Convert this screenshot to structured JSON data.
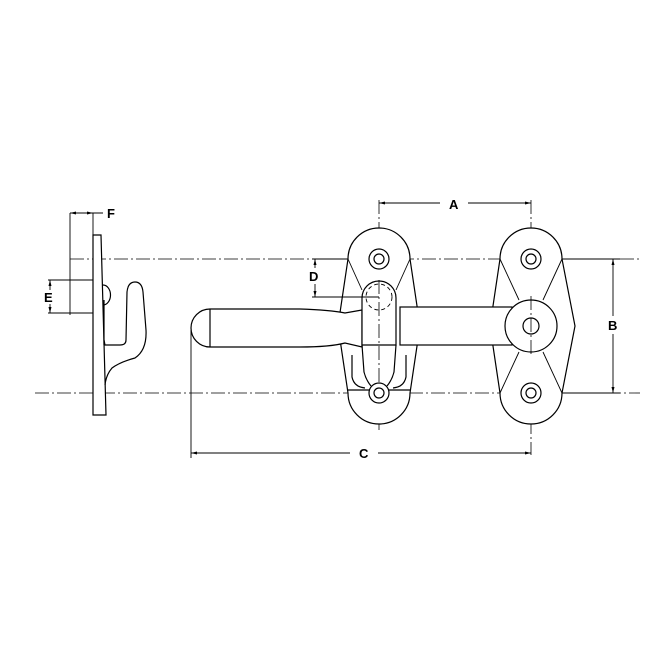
{
  "diagram": {
    "type": "technical-drawing",
    "subject": "door latch / gate latch with handle, keeper and hook (side view)",
    "views": [
      "side-view-hook",
      "front-view-latch"
    ],
    "dimension_labels": {
      "A": "A",
      "B": "B",
      "C": "C",
      "D": "D",
      "E": "E",
      "F": "F"
    },
    "colors": {
      "line": "#000000",
      "background": "#ffffff"
    }
  }
}
